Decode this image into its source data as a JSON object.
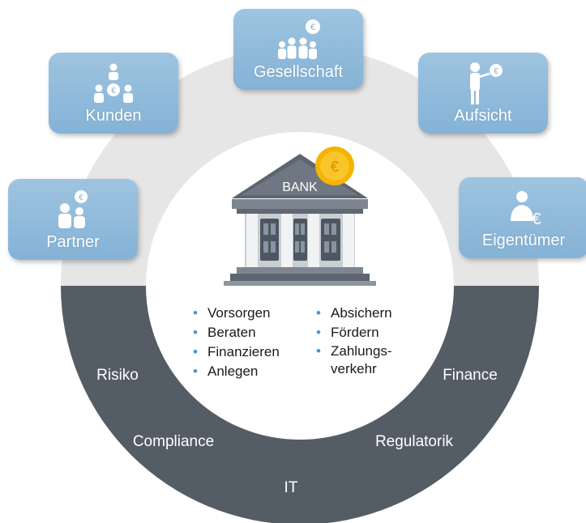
{
  "stakeholders": {
    "gesellschaft": "Gesellschaft",
    "kunden": "Kunden",
    "aufsicht": "Aufsicht",
    "partner": "Partner",
    "eigentuemer": "Eigentümer"
  },
  "bank": {
    "sign": "BANK",
    "coin_symbol": "€"
  },
  "functions_left": [
    "Vorsorgen",
    "Beraten",
    "Finanzieren",
    "Anlegen"
  ],
  "functions_right": [
    "Absichern",
    "Fördern",
    "Zahlungs-\nverkehr"
  ],
  "ring": {
    "risiko": "Risiko",
    "compliance": "Compliance",
    "it": "IT",
    "regulatorik": "Regulatorik",
    "finance": "Finance"
  },
  "colors": {
    "box_blue": "#8fbbdc",
    "ring_dark": "#545c66",
    "ring_light": "#e6e6e6",
    "bullet_blue": "#3a9ad9",
    "coin_gold": "#f5b400"
  },
  "icons": {
    "gesellschaft": "group-euro-icon",
    "kunden": "customers-euro-icon",
    "aufsicht": "supervisor-euro-icon",
    "partner": "partners-euro-icon",
    "eigentuemer": "owner-euro-icon",
    "bank": "bank-building-icon"
  }
}
